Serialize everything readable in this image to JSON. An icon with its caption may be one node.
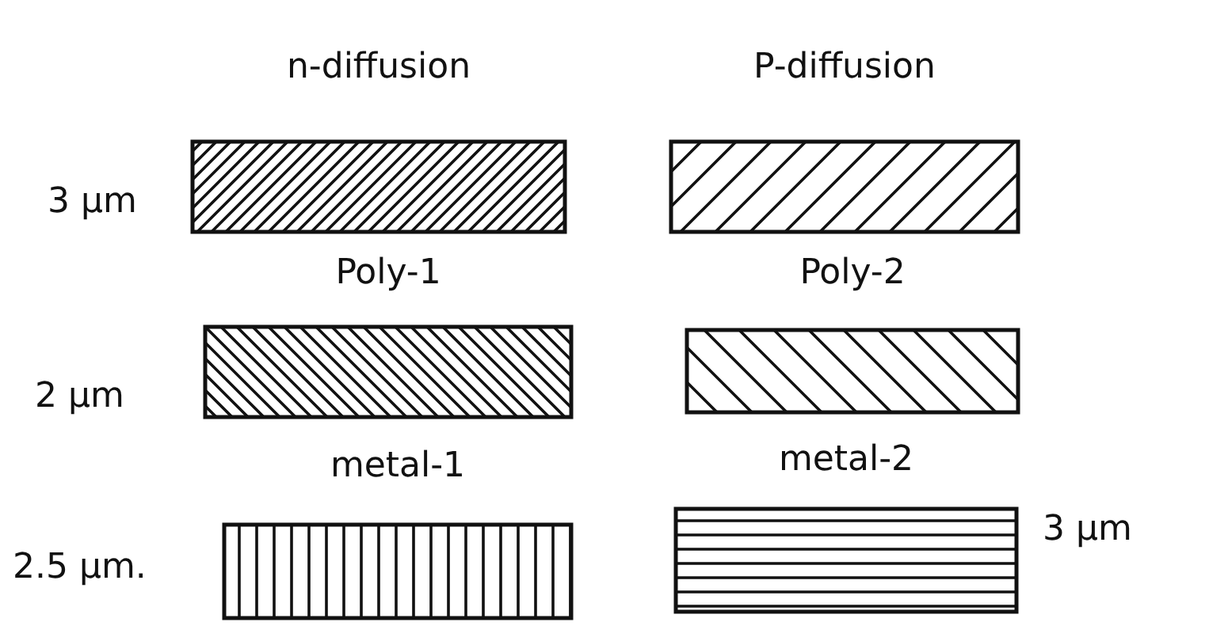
{
  "diagram": {
    "nodes": [
      {
        "text": [
          "n-diffusion"
        ],
        "beside": [
          "3 µm"
        ]
      },
      {
        "text": [
          "P-diffusion"
        ]
      },
      {
        "text": [
          "Poly-1"
        ],
        "beside": [
          "2 µm"
        ]
      },
      {
        "text": [
          "Poly-2"
        ]
      },
      {
        "text": [
          "metal-1"
        ],
        "beside": [
          "2.5 µm."
        ]
      },
      {
        "text": [
          "metal-2"
        ],
        "beside": [
          "3 µm"
        ]
      }
    ]
  }
}
